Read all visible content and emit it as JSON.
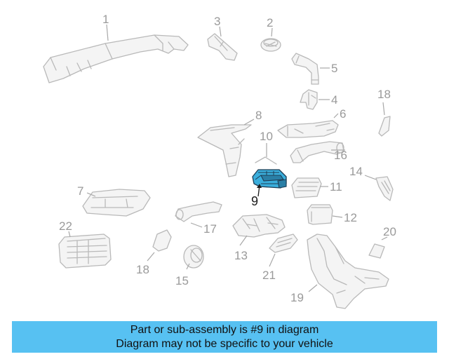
{
  "diagram": {
    "callouts": {
      "c1": "1",
      "c2": "2",
      "c3": "3",
      "c4": "4",
      "c5": "5",
      "c6": "6",
      "c7": "7",
      "c8": "8",
      "c9": "9",
      "c10": "10",
      "c11": "11",
      "c12": "12",
      "c13": "13",
      "c14": "14",
      "c15": "15",
      "c16": "16",
      "c17": "17",
      "c18a": "18",
      "c18b": "18",
      "c19": "19",
      "c20": "20",
      "c21": "21",
      "c22": "22"
    },
    "highlight_color": "#3aaedc"
  },
  "banner": {
    "line1": "Part or sub-assembly is #9 in diagram",
    "line2": "Diagram may not be specific to your vehicle",
    "background": "#57c1f2"
  }
}
